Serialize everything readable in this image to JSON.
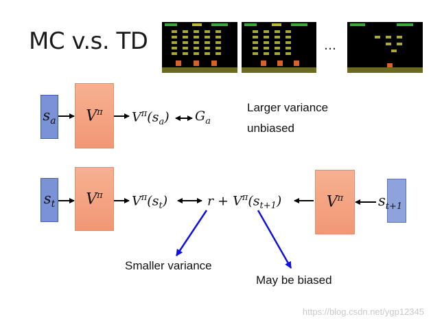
{
  "title": "MC v.s. TD",
  "ellipsis": "…",
  "mc": {
    "state": "s",
    "state_sub": "a",
    "value": "V",
    "value_sup": "π",
    "output": "V",
    "output_sup": "π",
    "output_arg": "(s",
    "output_arg_sub": "a",
    "output_close": ")",
    "target": "G",
    "target_sub": "a",
    "note_line1": "Larger variance",
    "note_line2": "unbiased"
  },
  "td": {
    "state": "s",
    "state_sub": "t",
    "value": "V",
    "value_sup": "π",
    "output": "V",
    "output_sup": "π",
    "output_arg": "(s",
    "output_arg_sub": "t",
    "output_close": ")",
    "target_r": "r + V",
    "target_sup": "π",
    "target_arg": "(s",
    "target_arg_sub": "t+1",
    "target_close": ")",
    "next_value": "V",
    "next_value_sup": "π",
    "next_state": "s",
    "next_state_sub": "t+1",
    "note_left": "Smaller variance",
    "note_right": "May be biased"
  },
  "watermark": "https://blog.csdn.net/ygp12345",
  "colors": {
    "state_fill": "#7b93d6",
    "value_fill": "#f29775",
    "pointer_arrow": "#1010e0",
    "flow_arrow": "#000000"
  }
}
